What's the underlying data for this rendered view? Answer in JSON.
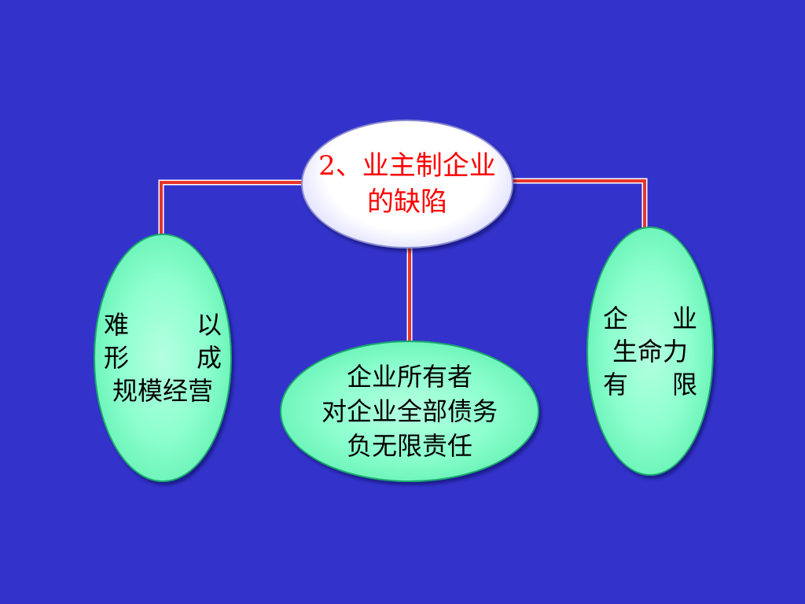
{
  "diagram": {
    "root": {
      "line1": "2、业主制企业",
      "line2": "的缺陷"
    },
    "left": {
      "r1a": "难",
      "r1b": "以",
      "r2a": "形",
      "r2b": "成",
      "r3": "规模经营"
    },
    "middle": {
      "line1": "企业所有者",
      "line2": "对企业全部债务",
      "line3": "负无限责任"
    },
    "right": {
      "r1a": "企",
      "r1b": "业",
      "r2": "生命力",
      "r3a": "有",
      "r3b": "限"
    }
  },
  "colors": {
    "background": "#3333cc",
    "root_text": "#ff0000",
    "connector": "#e8332a",
    "node_fill_green": "#8effcf"
  }
}
